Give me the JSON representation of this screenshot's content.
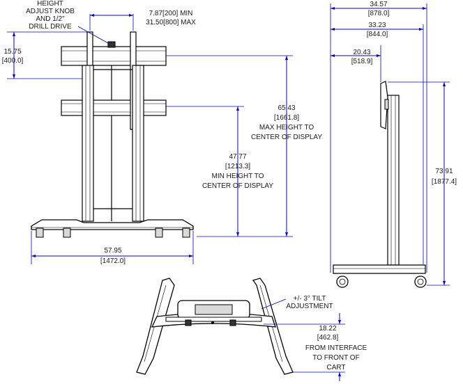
{
  "labels": {
    "knob_line1": "HEIGHT",
    "knob_line2": "ADJUST KNOB",
    "knob_line3": "AND 1/2\"",
    "knob_line4": "DRILL DRIVE",
    "gap_line1": "7.87[200] MIN",
    "gap_line2": "31.50[800] MAX",
    "left_in": "15.75",
    "left_mm": "[400.0]",
    "max_in": "65.43",
    "max_mm": "[1661.8]",
    "max_line1": "MAX HEIGHT TO",
    "max_line2": "CENTER OF DISPLAY",
    "min_in": "47.77",
    "min_mm": "[1213.3]",
    "min_line1": "MIN HEIGHT TO",
    "min_line2": "CENTER OF DISPLAY",
    "width_in": "57.95",
    "width_mm": "[1472.0]",
    "depth_in": "34.57",
    "depth_mm": "[878.0]",
    "depth2_in": "33.23",
    "depth2_mm": "[844.0]",
    "depth3_in": "20.43",
    "depth3_mm": "[518.9]",
    "height_in": "73.91",
    "height_mm": "[1877.4]",
    "tilt_line1": "+/- 3° TILT",
    "tilt_line2": "ADJUSTMENT",
    "iface_in": "18.22",
    "iface_mm": "[462.8]",
    "iface_line1": "FROM INTERFACE",
    "iface_line2": "TO FRONT OF",
    "iface_line3": "CART"
  }
}
